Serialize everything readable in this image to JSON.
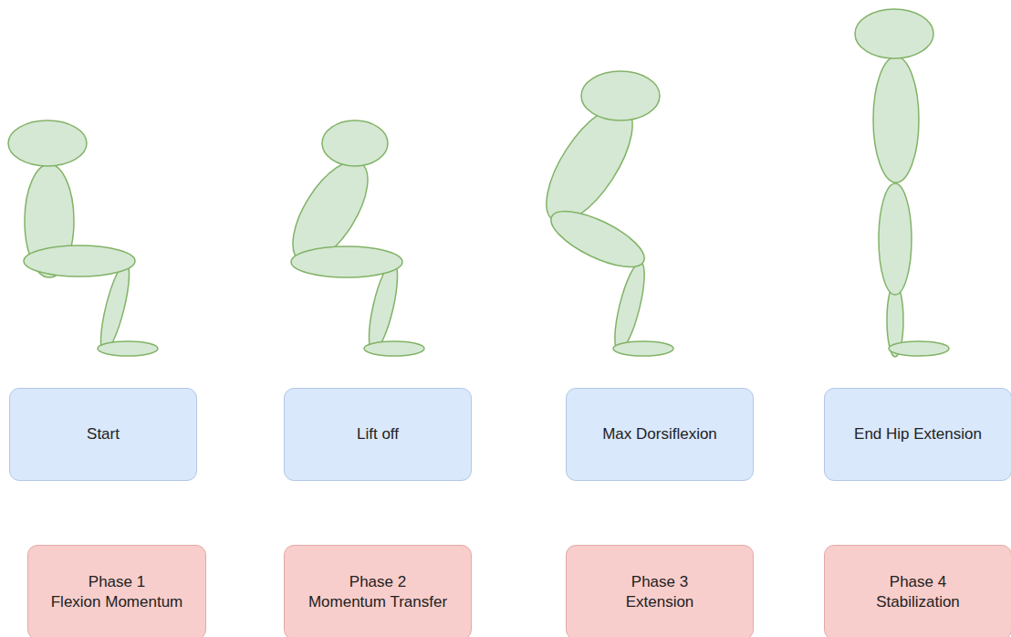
{
  "diagram": {
    "nodes": [
      {
        "text": [
          "Start"
        ]
      },
      {
        "text": [
          "Lift off"
        ]
      },
      {
        "text": [
          "Max Dorsiflexion"
        ]
      },
      {
        "text": [
          "End Hip Extension"
        ]
      },
      {
        "text": [
          "Phase 1",
          "Flexion Momentum"
        ]
      },
      {
        "text": [
          "Phase 2",
          "Momentum Transfer"
        ]
      },
      {
        "text": [
          "Phase 3",
          "Extension"
        ]
      },
      {
        "text": [
          "Phase 4",
          "Stabilization"
        ]
      }
    ]
  }
}
